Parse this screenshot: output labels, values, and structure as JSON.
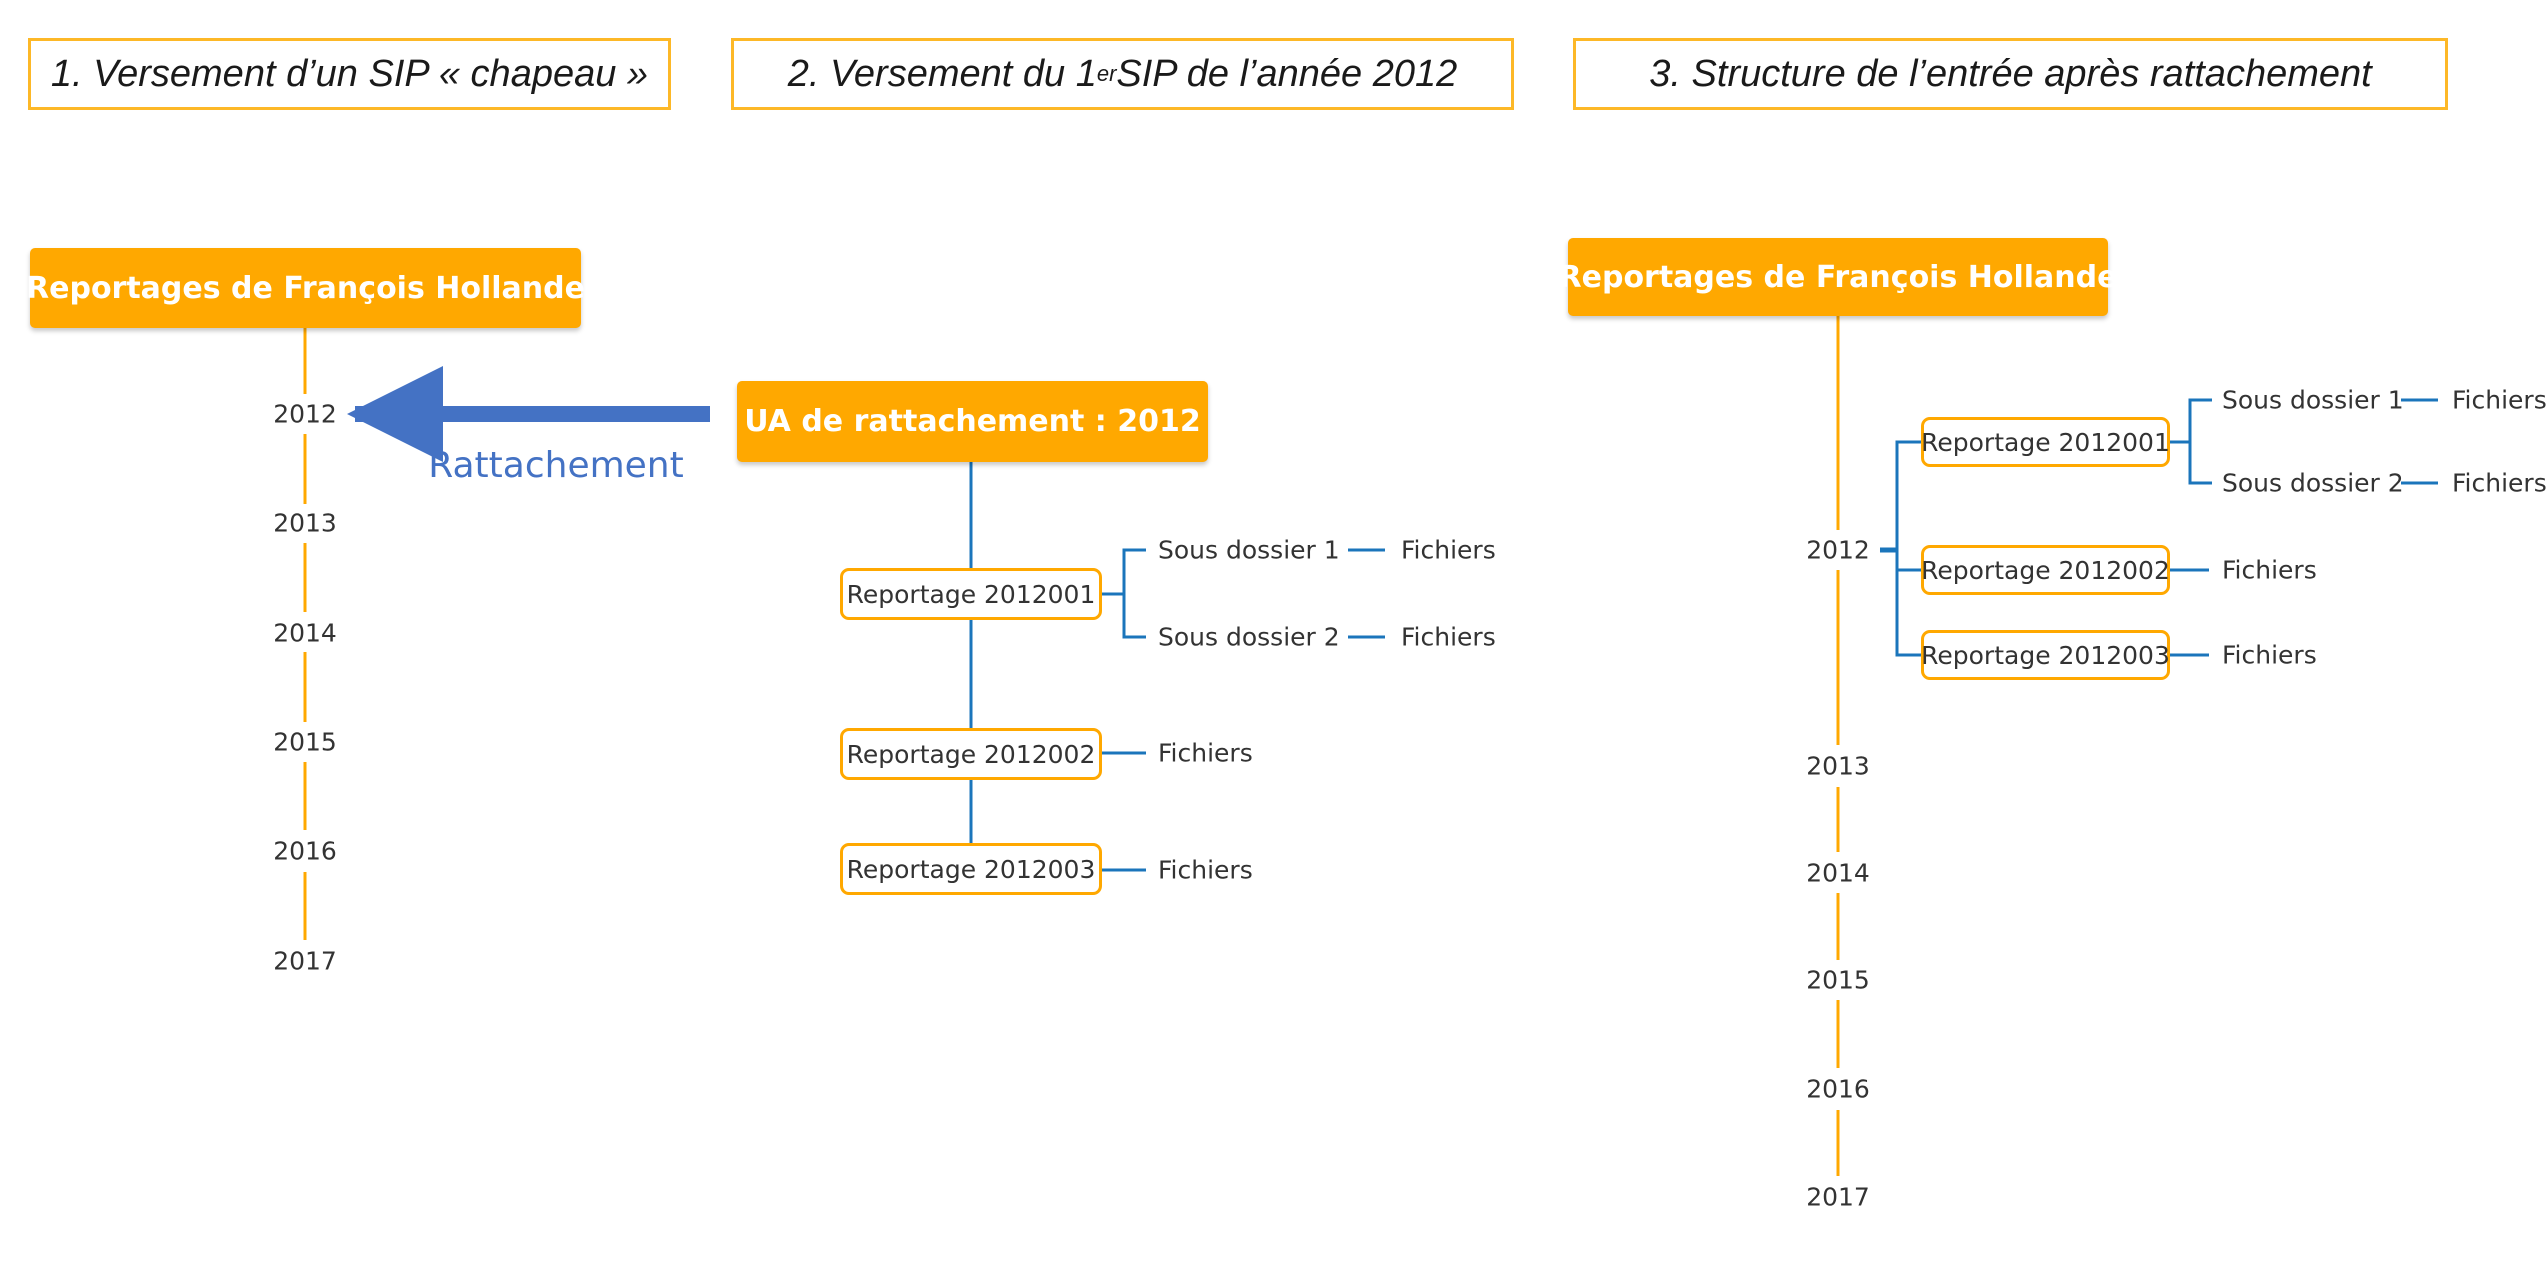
{
  "headers": [
    {
      "text": "1. Versement d’un SIP « chapeau »"
    },
    {
      "prefix": "2. Versement du 1",
      "sup": "er",
      "suffix": " SIP de l’année 2012"
    },
    {
      "text": "3. Structure de l’entrée après rattachement"
    }
  ],
  "panel1": {
    "root": "Reportages de François Hollande",
    "years": [
      "2012",
      "2013",
      "2014",
      "2015",
      "2016",
      "2017"
    ],
    "arrow_label": "Rattachement"
  },
  "panel2": {
    "root": "UA de rattachement : 2012",
    "reportages": [
      "Reportage 2012001",
      "Reportage 2012002",
      "Reportage 2012003"
    ],
    "sous_dossiers": [
      "Sous dossier 1",
      "Sous dossier 2"
    ],
    "fichiers": "Fichiers"
  },
  "panel3": {
    "root": "Reportages de François Hollande",
    "years": [
      "2012",
      "2013",
      "2014",
      "2015",
      "2016",
      "2017"
    ],
    "reportages": [
      "Reportage 2012001",
      "Reportage 2012002",
      "Reportage 2012003"
    ],
    "sous_dossiers": [
      "Sous dossier 1",
      "Sous dossier 2"
    ],
    "fichiers": "Fichiers"
  },
  "colors": {
    "orange": "#FFA800",
    "header_border": "#FDB827",
    "connector_blue": "#1B75BB",
    "arrow_blue": "#4472C4",
    "text": "#333333"
  }
}
